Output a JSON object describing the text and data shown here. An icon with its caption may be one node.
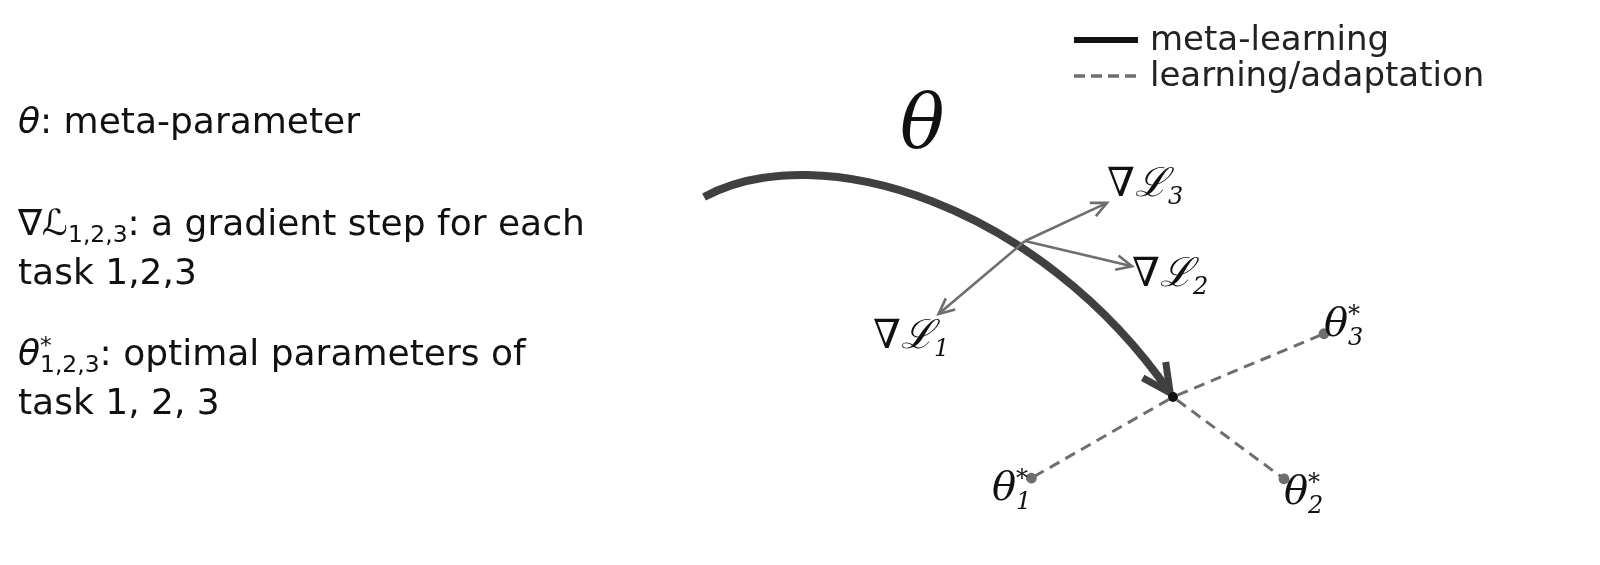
{
  "diagram": {
    "nodes": [
      {
        "text": [
          "∇ℒ$_{3}$"
        ]
      },
      {
        "text": [
          "∇ℒ$_{2}$"
        ]
      },
      {
        "text": [
          "∇ℒ$_{1}$"
        ]
      },
      {
        "text": [
          "θ$^{*}$$_{3}$"
        ]
      },
      {
        "text": [],
        "shape": "circle"
      },
      {
        "text": [
          "θ$^{*}$$_{1}$"
        ]
      },
      {
        "text": [
          "θ$^{*}$$_{2}$"
        ]
      }
    ],
    "edges": [
      {
        "from": null,
        "to": 4,
        "arrow": "to",
        "label": "θ",
        "style": "thick",
        "color": "#404040"
      },
      {
        "from": null,
        "to": 0,
        "arrow": "to"
      },
      {
        "from": null,
        "to": 1,
        "arrow": "to"
      },
      {
        "from": null,
        "to": 2,
        "arrow": "to"
      },
      {
        "from": 4,
        "to": 3,
        "arrow": "other",
        "style": "dashed"
      },
      {
        "from": 4,
        "to": 5,
        "arrow": "other",
        "style": "dashed"
      },
      {
        "from": 4,
        "to": 6,
        "arrow": "other",
        "style": "dashed"
      }
    ],
    "labels": [
      "*θ*: meta-parameter",
      "∇ℒ$_{1,2,3}$: a gradient step for each task 1,2,3",
      "*θ*$^{*}$$_{1,2,3}$: optimal parameters of task 1, 2, 3"
    ],
    "legend": [
      {
        "text": "meta-learning"
      },
      {
        "text": "learning/adaptation"
      }
    ]
  }
}
